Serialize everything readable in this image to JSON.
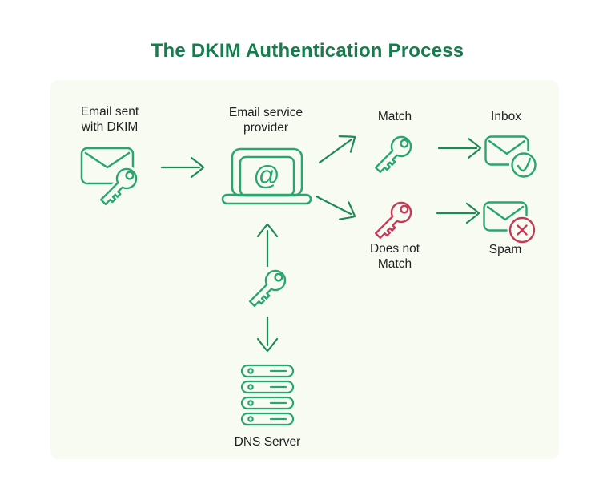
{
  "title": "The DKIM Authentication Process",
  "nodes": {
    "email_sent": {
      "label": "Email sent\nwith DKIM",
      "icon": "envelope-with-key"
    },
    "provider": {
      "label": "Email service\nprovider",
      "icon": "laptop-at"
    },
    "match": {
      "label": "Match",
      "icon": "key-green"
    },
    "inbox": {
      "label": "Inbox",
      "icon": "envelope-check"
    },
    "no_match": {
      "label": "Does not\nMatch",
      "icon": "key-red"
    },
    "spam": {
      "label": "Spam",
      "icon": "envelope-x"
    },
    "dns_key": {
      "icon": "key-green"
    },
    "dns": {
      "label": "DNS Server",
      "icon": "server-stack"
    }
  },
  "colors": {
    "title_green": "#177b4d",
    "icon_green": "#29a56e",
    "arrow_green": "#1d8a56",
    "alert_red": "#c53a57",
    "panel_bg": "#f7fbf2",
    "page_bg": "#ffffff",
    "text": "#212121"
  }
}
